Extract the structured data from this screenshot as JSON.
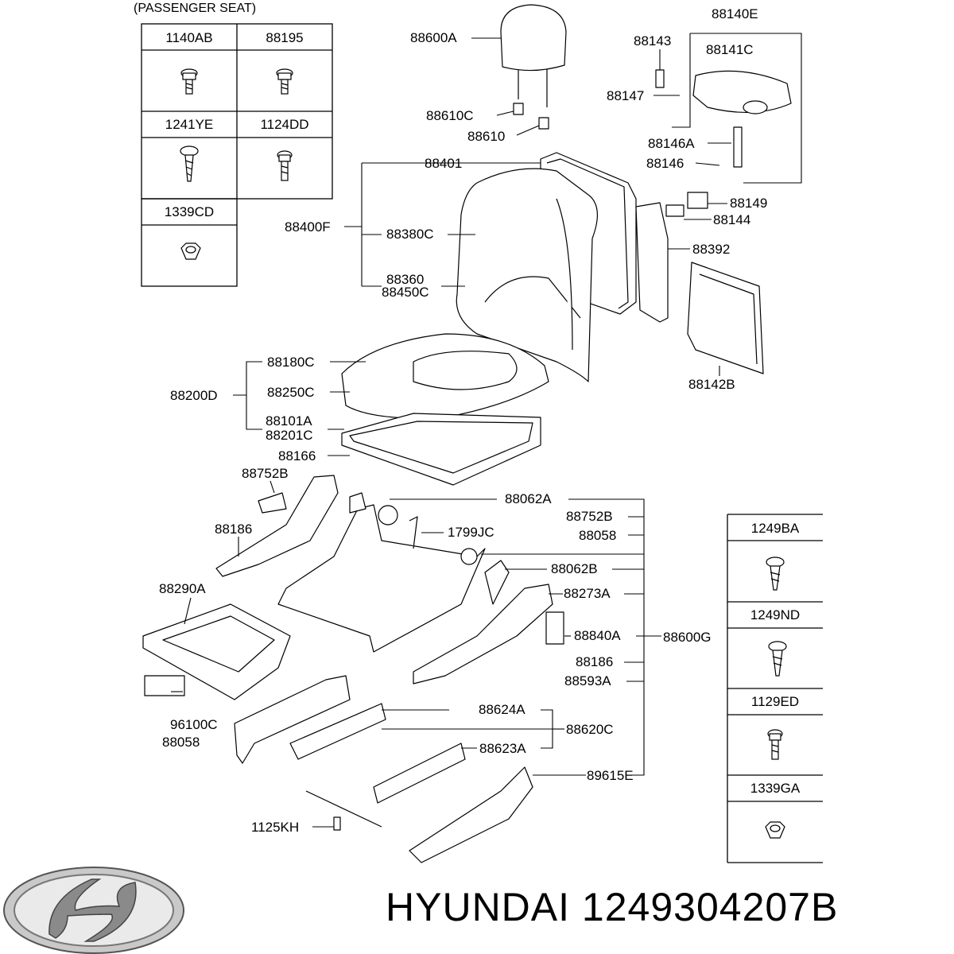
{
  "left_table": {
    "title": "(PASSENGER SEAT)",
    "cells": [
      "1140AB",
      "88195",
      "1241YE",
      "1124DD",
      "1339CD"
    ]
  },
  "right_table": {
    "cells": [
      "1249BA",
      "1249ND",
      "1129ED",
      "1339GA"
    ]
  },
  "parts": {
    "p88600A": "88600A",
    "p88610C": "88610C",
    "p88610": "88610",
    "p88401": "88401",
    "p88400F": "88400F",
    "p88380C": "88380C",
    "p88360": "88360",
    "p88450C": "88450C",
    "p88140E": "88140E",
    "p88143": "88143",
    "p88141C": "88141C",
    "p88147": "88147",
    "p88146A": "88146A",
    "p88146": "88146",
    "p88149": "88149",
    "p88144": "88144",
    "p88392": "88392",
    "p88142B": "88142B",
    "p88180C": "88180C",
    "p88200D": "88200D",
    "p88250C": "88250C",
    "p88101A": "88101A",
    "p88201C": "88201C",
    "p88166": "88166",
    "p88752B_l": "88752B",
    "p88062A": "88062A",
    "p88752B_r": "88752B",
    "p88058_r": "88058",
    "p88186_l": "88186",
    "p1799JC": "1799JC",
    "p88062B": "88062B",
    "p88290A": "88290A",
    "p88273A": "88273A",
    "p88840A": "88840A",
    "p88600G": "88600G",
    "p88186_r": "88186",
    "p88593A": "88593A",
    "p96100C": "96100C",
    "p88058_l": "88058",
    "p88624A": "88624A",
    "p88620C": "88620C",
    "p88623A": "88623A",
    "p89615E": "89615E",
    "p1125KH": "1125KH"
  },
  "brand": {
    "text": "HYUNDAI 1249304207B",
    "logo_icon": "hyundai-logo-icon"
  }
}
